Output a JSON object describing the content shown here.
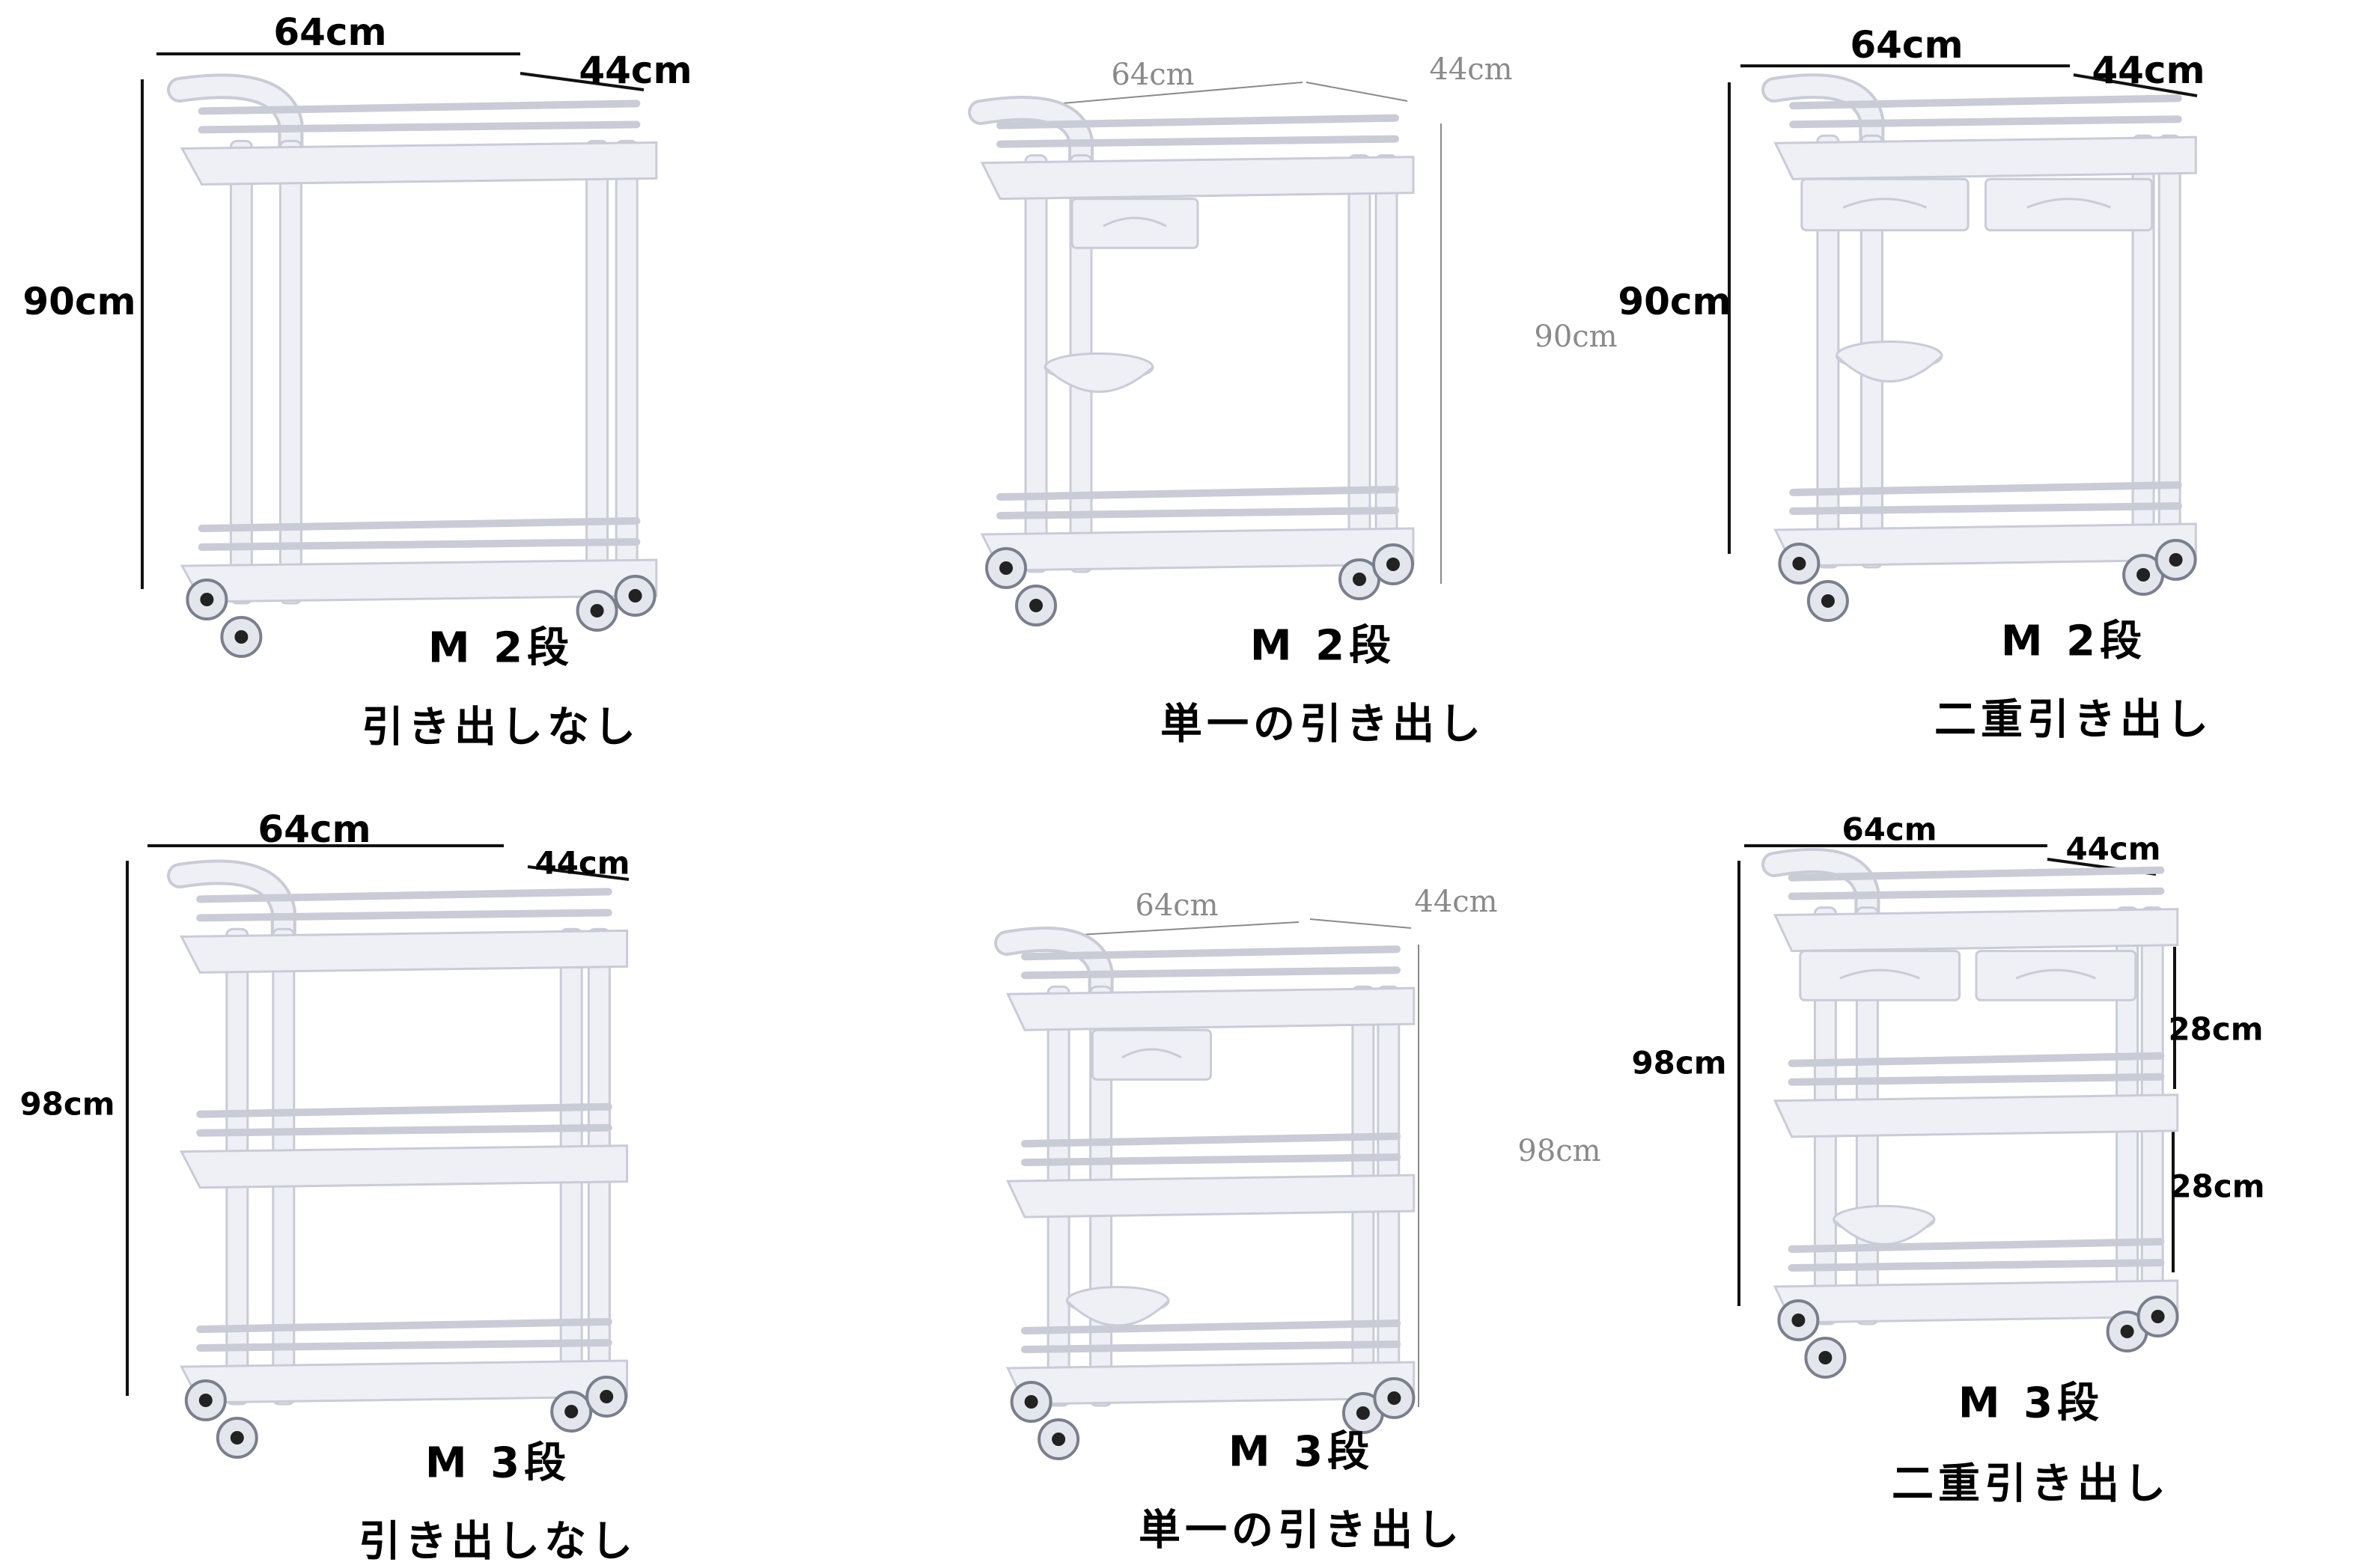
{
  "colors": {
    "cart_body": "#eef0f6",
    "cart_edge": "#c9ccd6",
    "dimension_line": "#111111",
    "gray_label": "#8a8a8a"
  },
  "panels": [
    {
      "model": "M 2段",
      "variant": "引き出しなし",
      "tiers": 2,
      "drawers": 0,
      "bowl": false,
      "dims": {
        "width": "64cm",
        "depth": "44cm",
        "height": "90cm"
      }
    },
    {
      "model": "M 2段",
      "variant": "単一の引き出し",
      "tiers": 2,
      "drawers": 1,
      "bowl": true,
      "dims": {
        "width": "64cm",
        "depth": "44cm",
        "height": "90cm"
      }
    },
    {
      "model": "M 2段",
      "variant": "二重引き出し",
      "tiers": 2,
      "drawers": 2,
      "bowl": true,
      "dims": {
        "width": "64cm",
        "depth": "44cm",
        "height": "90cm"
      }
    },
    {
      "model": "M 3段",
      "variant": "引き出しなし",
      "tiers": 3,
      "drawers": 0,
      "bowl": false,
      "dims": {
        "width": "64cm",
        "depth": "44cm",
        "height": "98cm"
      }
    },
    {
      "model": "M 3段",
      "variant": "単一の引き出し",
      "tiers": 3,
      "drawers": 1,
      "bowl": true,
      "dims": {
        "width": "64cm",
        "depth": "44cm",
        "height": "98cm"
      }
    },
    {
      "model": "M 3段",
      "variant": "二重引き出し",
      "tiers": 3,
      "drawers": 2,
      "bowl": true,
      "dims": {
        "width": "64cm",
        "depth": "44cm",
        "height": "98cm",
        "tier_gap_1": "28cm",
        "tier_gap_2": "28cm"
      }
    }
  ]
}
